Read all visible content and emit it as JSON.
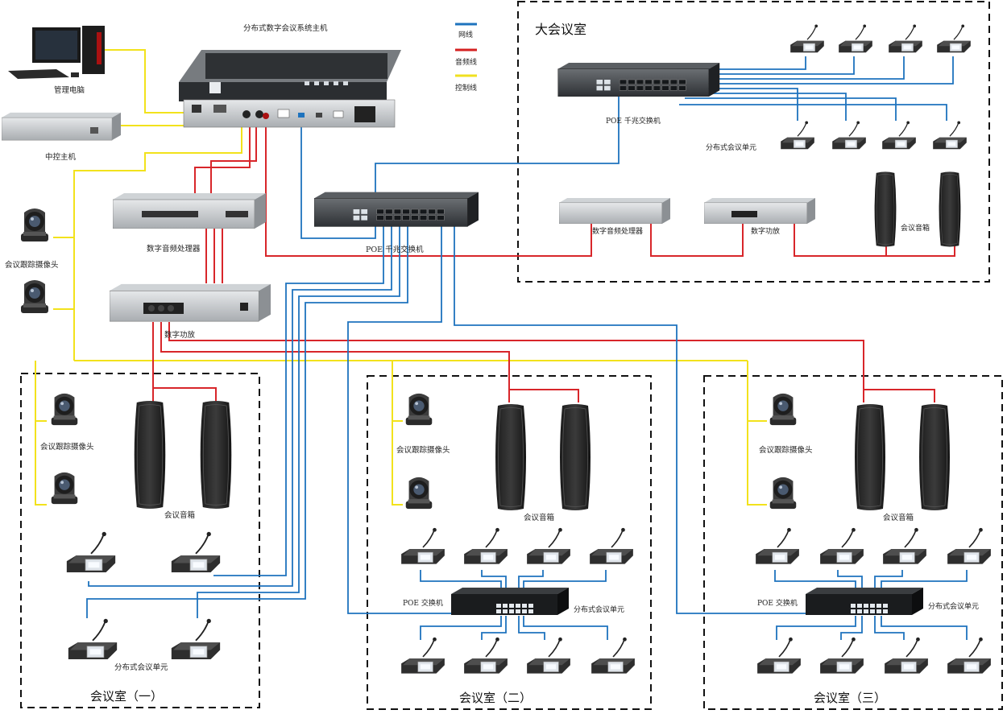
{
  "title": "分布式数字会议系统主机",
  "legend": [
    {
      "label": "网线",
      "color": "#1e73be"
    },
    {
      "label": "音频线",
      "color": "#d42020"
    },
    {
      "label": "控制线",
      "color": "#f0e020"
    }
  ],
  "devices": {
    "admin_pc": "管理电脑",
    "central_control": "中控主机",
    "audio_processor": "数字音频处理器",
    "amplifier": "数字功放",
    "main_switch": "POE 千兆交换机",
    "tracking_camera": "会议跟踪摄像头"
  },
  "big_room": {
    "title": "大会议室",
    "switch": "POE 千兆交换机",
    "units": "分布式会议单元",
    "audio_processor": "数字音频处理器",
    "amplifier": "数字功放",
    "speakers": "会议音箱"
  },
  "room1": {
    "title": "会议室（一）",
    "camera": "会议跟踪摄像头",
    "speakers": "会议音箱",
    "units": "分布式会议单元"
  },
  "room2": {
    "title": "会议室（二）",
    "camera": "会议跟踪摄像头",
    "speakers": "会议音箱",
    "switch": "POE 交换机",
    "units": "分布式会议单元"
  },
  "room3": {
    "title": "会议室（三）",
    "camera": "会议跟踪摄像头",
    "speakers": "会议音箱",
    "switch": "POE 交换机",
    "units": "分布式会议单元"
  }
}
